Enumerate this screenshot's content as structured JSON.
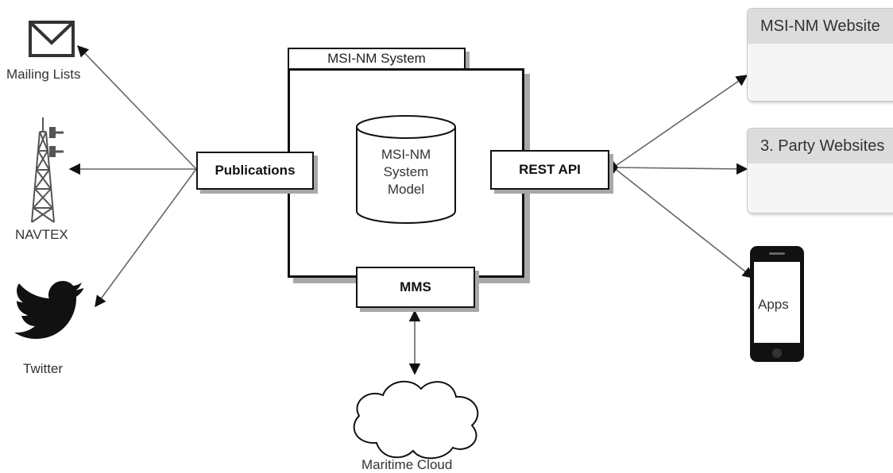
{
  "diagram": {
    "system_title": "MSI-NM System",
    "model_lines": [
      "MSI-NM",
      "System",
      "Model"
    ],
    "publications_label": "Publications",
    "rest_api_label": "REST API",
    "mms_label": "MMS",
    "channels": {
      "mailing_lists": "Mailing Lists",
      "navtex": "NAVTEX",
      "twitter": "Twitter"
    },
    "consumers": {
      "msi_nm_website": "MSI-NM Website",
      "third_party_websites": "3. Party Websites",
      "apps": "Apps"
    },
    "cloud_label": "Maritime Cloud"
  }
}
